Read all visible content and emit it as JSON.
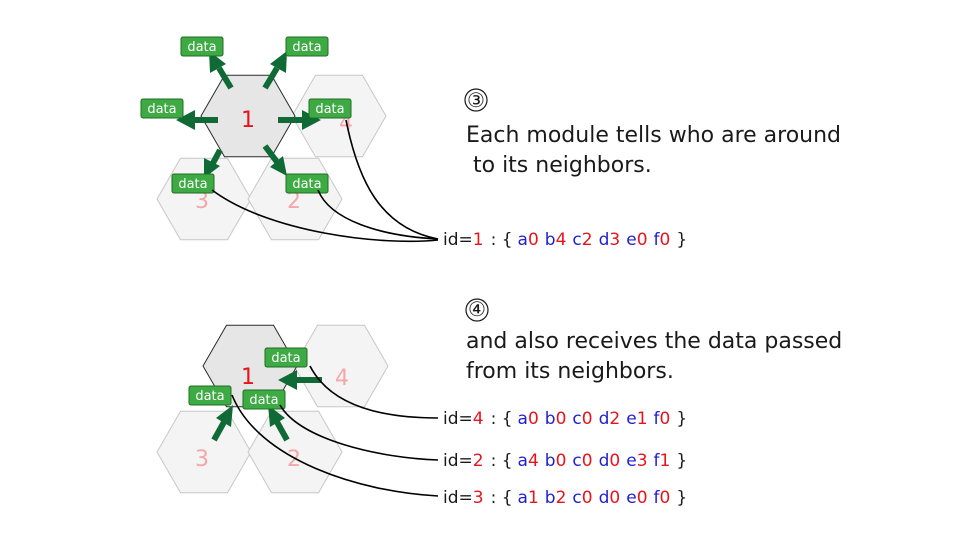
{
  "tag_label": "data",
  "section3": {
    "step": "③",
    "text_line1": "Each module tells who are around",
    "text_line2": " to its neighbors.",
    "main_module": "1",
    "neighbor_modules": [
      "4",
      "3",
      "2"
    ],
    "id_line": {
      "prefix": "id=",
      "id": "1",
      "open": ": {",
      "close": "}",
      "entries": [
        {
          "letter": "a",
          "digit": "0"
        },
        {
          "letter": "b",
          "digit": "4"
        },
        {
          "letter": "c",
          "digit": "2"
        },
        {
          "letter": "d",
          "digit": "3"
        },
        {
          "letter": "e",
          "digit": "0"
        },
        {
          "letter": "f",
          "digit": "0"
        }
      ]
    }
  },
  "section4": {
    "step": "④",
    "text_line1": "and also receives the data passed",
    "text_line2": "from its neighbors.",
    "main_module": "1",
    "neighbor_modules": [
      "4",
      "3",
      "2"
    ],
    "id_lines": [
      {
        "prefix": "id=",
        "id": "4",
        "open": ": {",
        "close": "}",
        "entries": [
          {
            "letter": "a",
            "digit": "0"
          },
          {
            "letter": "b",
            "digit": "0"
          },
          {
            "letter": "c",
            "digit": "0"
          },
          {
            "letter": "d",
            "digit": "2"
          },
          {
            "letter": "e",
            "digit": "1"
          },
          {
            "letter": "f",
            "digit": "0"
          }
        ]
      },
      {
        "prefix": "id=",
        "id": "2",
        "open": ": {",
        "close": "}",
        "entries": [
          {
            "letter": "a",
            "digit": "4"
          },
          {
            "letter": "b",
            "digit": "0"
          },
          {
            "letter": "c",
            "digit": "0"
          },
          {
            "letter": "d",
            "digit": "0"
          },
          {
            "letter": "e",
            "digit": "3"
          },
          {
            "letter": "f",
            "digit": "1"
          }
        ]
      },
      {
        "prefix": "id=",
        "id": "3",
        "open": ": {",
        "close": "}",
        "entries": [
          {
            "letter": "a",
            "digit": "1"
          },
          {
            "letter": "b",
            "digit": "2"
          },
          {
            "letter": "c",
            "digit": "0"
          },
          {
            "letter": "d",
            "digit": "0"
          },
          {
            "letter": "e",
            "digit": "0"
          },
          {
            "letter": "f",
            "digit": "0"
          }
        ]
      }
    ]
  },
  "colors": {
    "tag_fill": "#3eaa44",
    "arrow": "#0f6a35",
    "id_number": "#e8141c",
    "letter": "#1f1fd0",
    "digit": "#e8141c"
  }
}
